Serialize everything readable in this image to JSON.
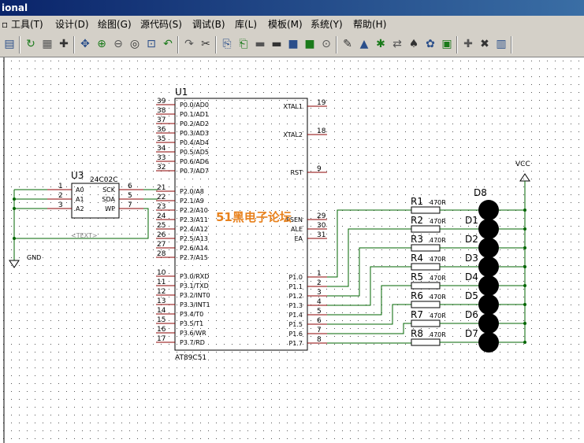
{
  "window": {
    "title": "ional"
  },
  "menu": [
    {
      "label": "工具(T)"
    },
    {
      "label": "设计(D)"
    },
    {
      "label": "绘图(G)"
    },
    {
      "label": "源代码(S)"
    },
    {
      "label": "调试(B)"
    },
    {
      "label": "库(L)"
    },
    {
      "label": "模板(M)"
    },
    {
      "label": "系统(Y)"
    },
    {
      "label": "帮助(H)"
    }
  ],
  "toolbar": {
    "icons": [
      "page-icon",
      "refresh-icon",
      "grid-icon",
      "origin-icon",
      "pan-icon",
      "zoom-in-icon",
      "zoom-out-icon",
      "zoom-all-icon",
      "zoom-area-icon",
      "undo-icon",
      "redo-icon",
      "cut-icon",
      "copy-icon",
      "paste-icon",
      "block-copy-icon",
      "block-move-icon",
      "block-rotate-icon",
      "block-delete-icon",
      "pick-device-icon",
      "make-device-icon",
      "packaging-icon",
      "decompose-icon",
      "wire-autorouter-icon",
      "search-tag-icon",
      "property-icon",
      "new-sheet-icon",
      "remove-sheet-icon",
      "exit-parent-icon",
      "bom-icon"
    ]
  },
  "schematic": {
    "mcu": {
      "ref": "U1",
      "part": "AT89C51",
      "left_pins": [
        {
          "num": "39",
          "name": "P0.0/AD0"
        },
        {
          "num": "38",
          "name": "P0.1/AD1"
        },
        {
          "num": "37",
          "name": "P0.2/AD2"
        },
        {
          "num": "36",
          "name": "P0.3/AD3"
        },
        {
          "num": "35",
          "name": "P0.4/AD4"
        },
        {
          "num": "34",
          "name": "P0.5/AD5"
        },
        {
          "num": "33",
          "name": "P0.6/AD6"
        },
        {
          "num": "32",
          "name": "P0.7/AD7"
        },
        {
          "num": "21",
          "name": "P2.0/A8"
        },
        {
          "num": "22",
          "name": "P2.1/A9"
        },
        {
          "num": "23",
          "name": "P2.2/A10"
        },
        {
          "num": "24",
          "name": "P2.3/A11"
        },
        {
          "num": "25",
          "name": "P2.4/A12"
        },
        {
          "num": "26",
          "name": "P2.5/A13"
        },
        {
          "num": "27",
          "name": "P2.6/A14"
        },
        {
          "num": "28",
          "name": "P2.7/A15"
        },
        {
          "num": "10",
          "name": "P3.0/RXD"
        },
        {
          "num": "11",
          "name": "P3.1/TXD"
        },
        {
          "num": "12",
          "name": "P3.2/INT0"
        },
        {
          "num": "13",
          "name": "P3.3/INT1"
        },
        {
          "num": "14",
          "name": "P3.4/T0"
        },
        {
          "num": "15",
          "name": "P3.5/T1"
        },
        {
          "num": "16",
          "name": "P3.6/WR"
        },
        {
          "num": "17",
          "name": "P3.7/RD"
        }
      ],
      "right_pins": [
        {
          "num": "19",
          "name": "XTAL1"
        },
        {
          "num": "18",
          "name": "XTAL2"
        },
        {
          "num": "9",
          "name": "RST"
        },
        {
          "num": "29",
          "name": "PSEN"
        },
        {
          "num": "30",
          "name": "ALE"
        },
        {
          "num": "31",
          "name": "EA"
        },
        {
          "num": "1",
          "name": "P1.0"
        },
        {
          "num": "2",
          "name": "P1.1"
        },
        {
          "num": "3",
          "name": "P1.2"
        },
        {
          "num": "4",
          "name": "P1.3"
        },
        {
          "num": "5",
          "name": "P1.4"
        },
        {
          "num": "6",
          "name": "P1.5"
        },
        {
          "num": "7",
          "name": "P1.6"
        },
        {
          "num": "8",
          "name": "P1.7"
        }
      ]
    },
    "eeprom": {
      "ref": "U3",
      "part": "24C02C",
      "left_pins": [
        {
          "num": "1",
          "name": "A0"
        },
        {
          "num": "2",
          "name": "A1"
        },
        {
          "num": "3",
          "name": "A2"
        }
      ],
      "right_pins": [
        {
          "num": "6",
          "name": "SCK"
        },
        {
          "num": "5",
          "name": "SDA"
        },
        {
          "num": "7",
          "name": "WP"
        }
      ],
      "text_placeholder": "<TEXT>"
    },
    "gnd_label": "GND",
    "vcc_label": "VCC",
    "led_array_ref": "D8",
    "resistors": [
      {
        "ref": "R1",
        "value": "470R"
      },
      {
        "ref": "R2",
        "value": "470R"
      },
      {
        "ref": "R3",
        "value": "470R"
      },
      {
        "ref": "R4",
        "value": "470R"
      },
      {
        "ref": "R5",
        "value": "470R"
      },
      {
        "ref": "R6",
        "value": "470R"
      },
      {
        "ref": "R7",
        "value": "470R"
      },
      {
        "ref": "R8",
        "value": "470R"
      }
    ],
    "leds": [
      "D1",
      "D2",
      "D3",
      "D4",
      "D5",
      "D6",
      "D7"
    ],
    "watermark": "51黑电子论坛"
  },
  "colors": {
    "wire": "#006600",
    "pin": "#8b0000",
    "component_outline": "#000000",
    "watermark": "#e8811c"
  }
}
